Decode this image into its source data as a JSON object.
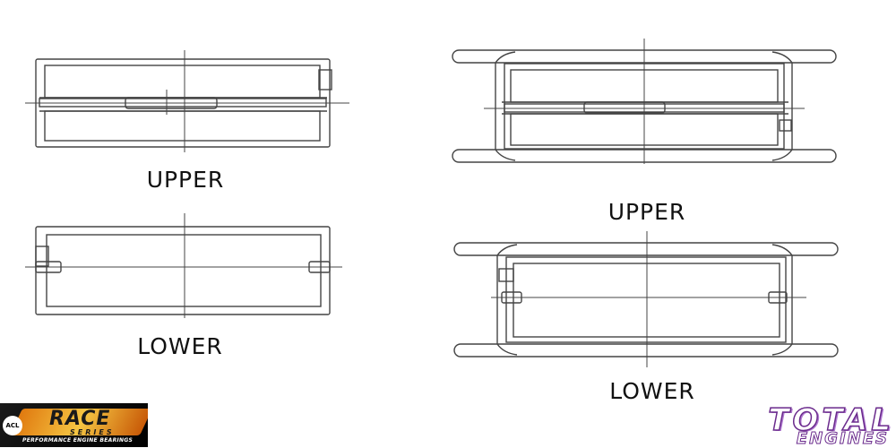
{
  "labels": {
    "upper_left": "UPPER",
    "lower_left": "LOWER",
    "upper_right": "UPPER",
    "lower_right": "LOWER"
  },
  "logos": {
    "acl_mark": "ACL",
    "race": "RACE",
    "series": "SERIES",
    "tagline": "PERFORMANCE ENGINE BEARINGS",
    "brand_line1": "TOTAL",
    "brand_line2": "ENGINES"
  },
  "colors": {
    "line": "#444444",
    "race_orange": "#e07a10",
    "total_purple": "#6a2a8c"
  }
}
